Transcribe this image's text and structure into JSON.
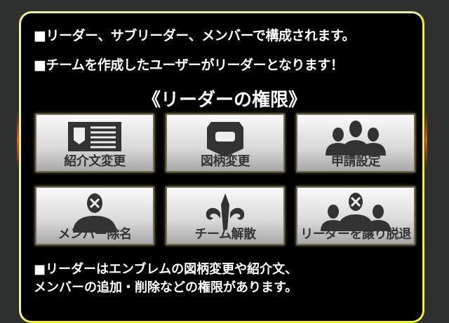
{
  "intro": [
    "■リーダー、サブリーダー、メンバーで構成されます。",
    "■チームを作成したユーザーがリーダーとなります！"
  ],
  "title": "《リーダーの権限》",
  "buttons": [
    {
      "label": "紹介文変更",
      "icon": "profile-card-icon"
    },
    {
      "label": "図柄変更",
      "icon": "emblem-icon"
    },
    {
      "label": "申請設定",
      "icon": "group-icon"
    },
    {
      "label": "メンバー除名",
      "icon": "remove-member-icon"
    },
    {
      "label": "チーム解散",
      "icon": "fleur-de-lis-icon"
    },
    {
      "label": "リーダーを譲り脱退",
      "icon": "leave-group-icon"
    }
  ],
  "footer": [
    "■リーダーはエンブレムの図柄変更や紹介文、",
    "メンバーの追加・削除などの権限があります。"
  ]
}
